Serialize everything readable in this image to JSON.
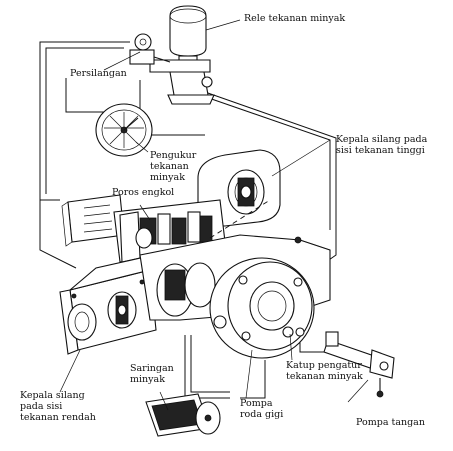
{
  "colors": {
    "ink": "#111111",
    "paper": "#ffffff",
    "shade": "#222222"
  },
  "labels": {
    "rele_tekanan": [
      "Rele tekanan minyak"
    ],
    "persilangan": [
      "Persilangan"
    ],
    "pengukur": [
      "Pengukur",
      "tekanan",
      "minyak"
    ],
    "poros_engkol": [
      "Poros engkol"
    ],
    "kepala_tinggi": [
      "Kepala silang pada",
      "sisi tekanan tinggi"
    ],
    "kepala_rendah": [
      "Kepala silang",
      "pada sisi",
      "tekanan rendah"
    ],
    "saringan": [
      "Saringan",
      "minyak"
    ],
    "pompa_roda": [
      "Pompa",
      "roda gigi"
    ],
    "katup": [
      "Katup pengatur",
      "tekanan minyak"
    ],
    "pompa_tangan": [
      "Pompa tangan"
    ]
  }
}
